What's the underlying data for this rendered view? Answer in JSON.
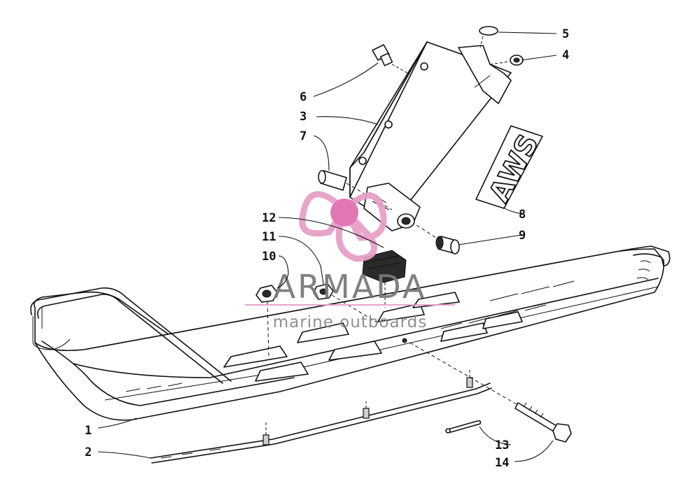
{
  "diagram": {
    "decal_text": "AWS",
    "callouts": [
      {
        "id": "c1",
        "label": "1"
      },
      {
        "id": "c2",
        "label": "2"
      },
      {
        "id": "c3",
        "label": "3"
      },
      {
        "id": "c4",
        "label": "4"
      },
      {
        "id": "c5",
        "label": "5"
      },
      {
        "id": "c6",
        "label": "6"
      },
      {
        "id": "c7",
        "label": "7"
      },
      {
        "id": "c8",
        "label": "8"
      },
      {
        "id": "c9",
        "label": "9"
      },
      {
        "id": "c10",
        "label": "10"
      },
      {
        "id": "c11",
        "label": "11"
      },
      {
        "id": "c12",
        "label": "12"
      },
      {
        "id": "c13",
        "label": "13"
      },
      {
        "id": "c14",
        "label": "14"
      }
    ]
  },
  "watermark": {
    "brand": "ARMADA",
    "tagline": "marine outboards",
    "logo_colors": {
      "pink": "#e8a0c8",
      "magenta": "#e070b0"
    },
    "text_color": "#7a7a7a"
  }
}
